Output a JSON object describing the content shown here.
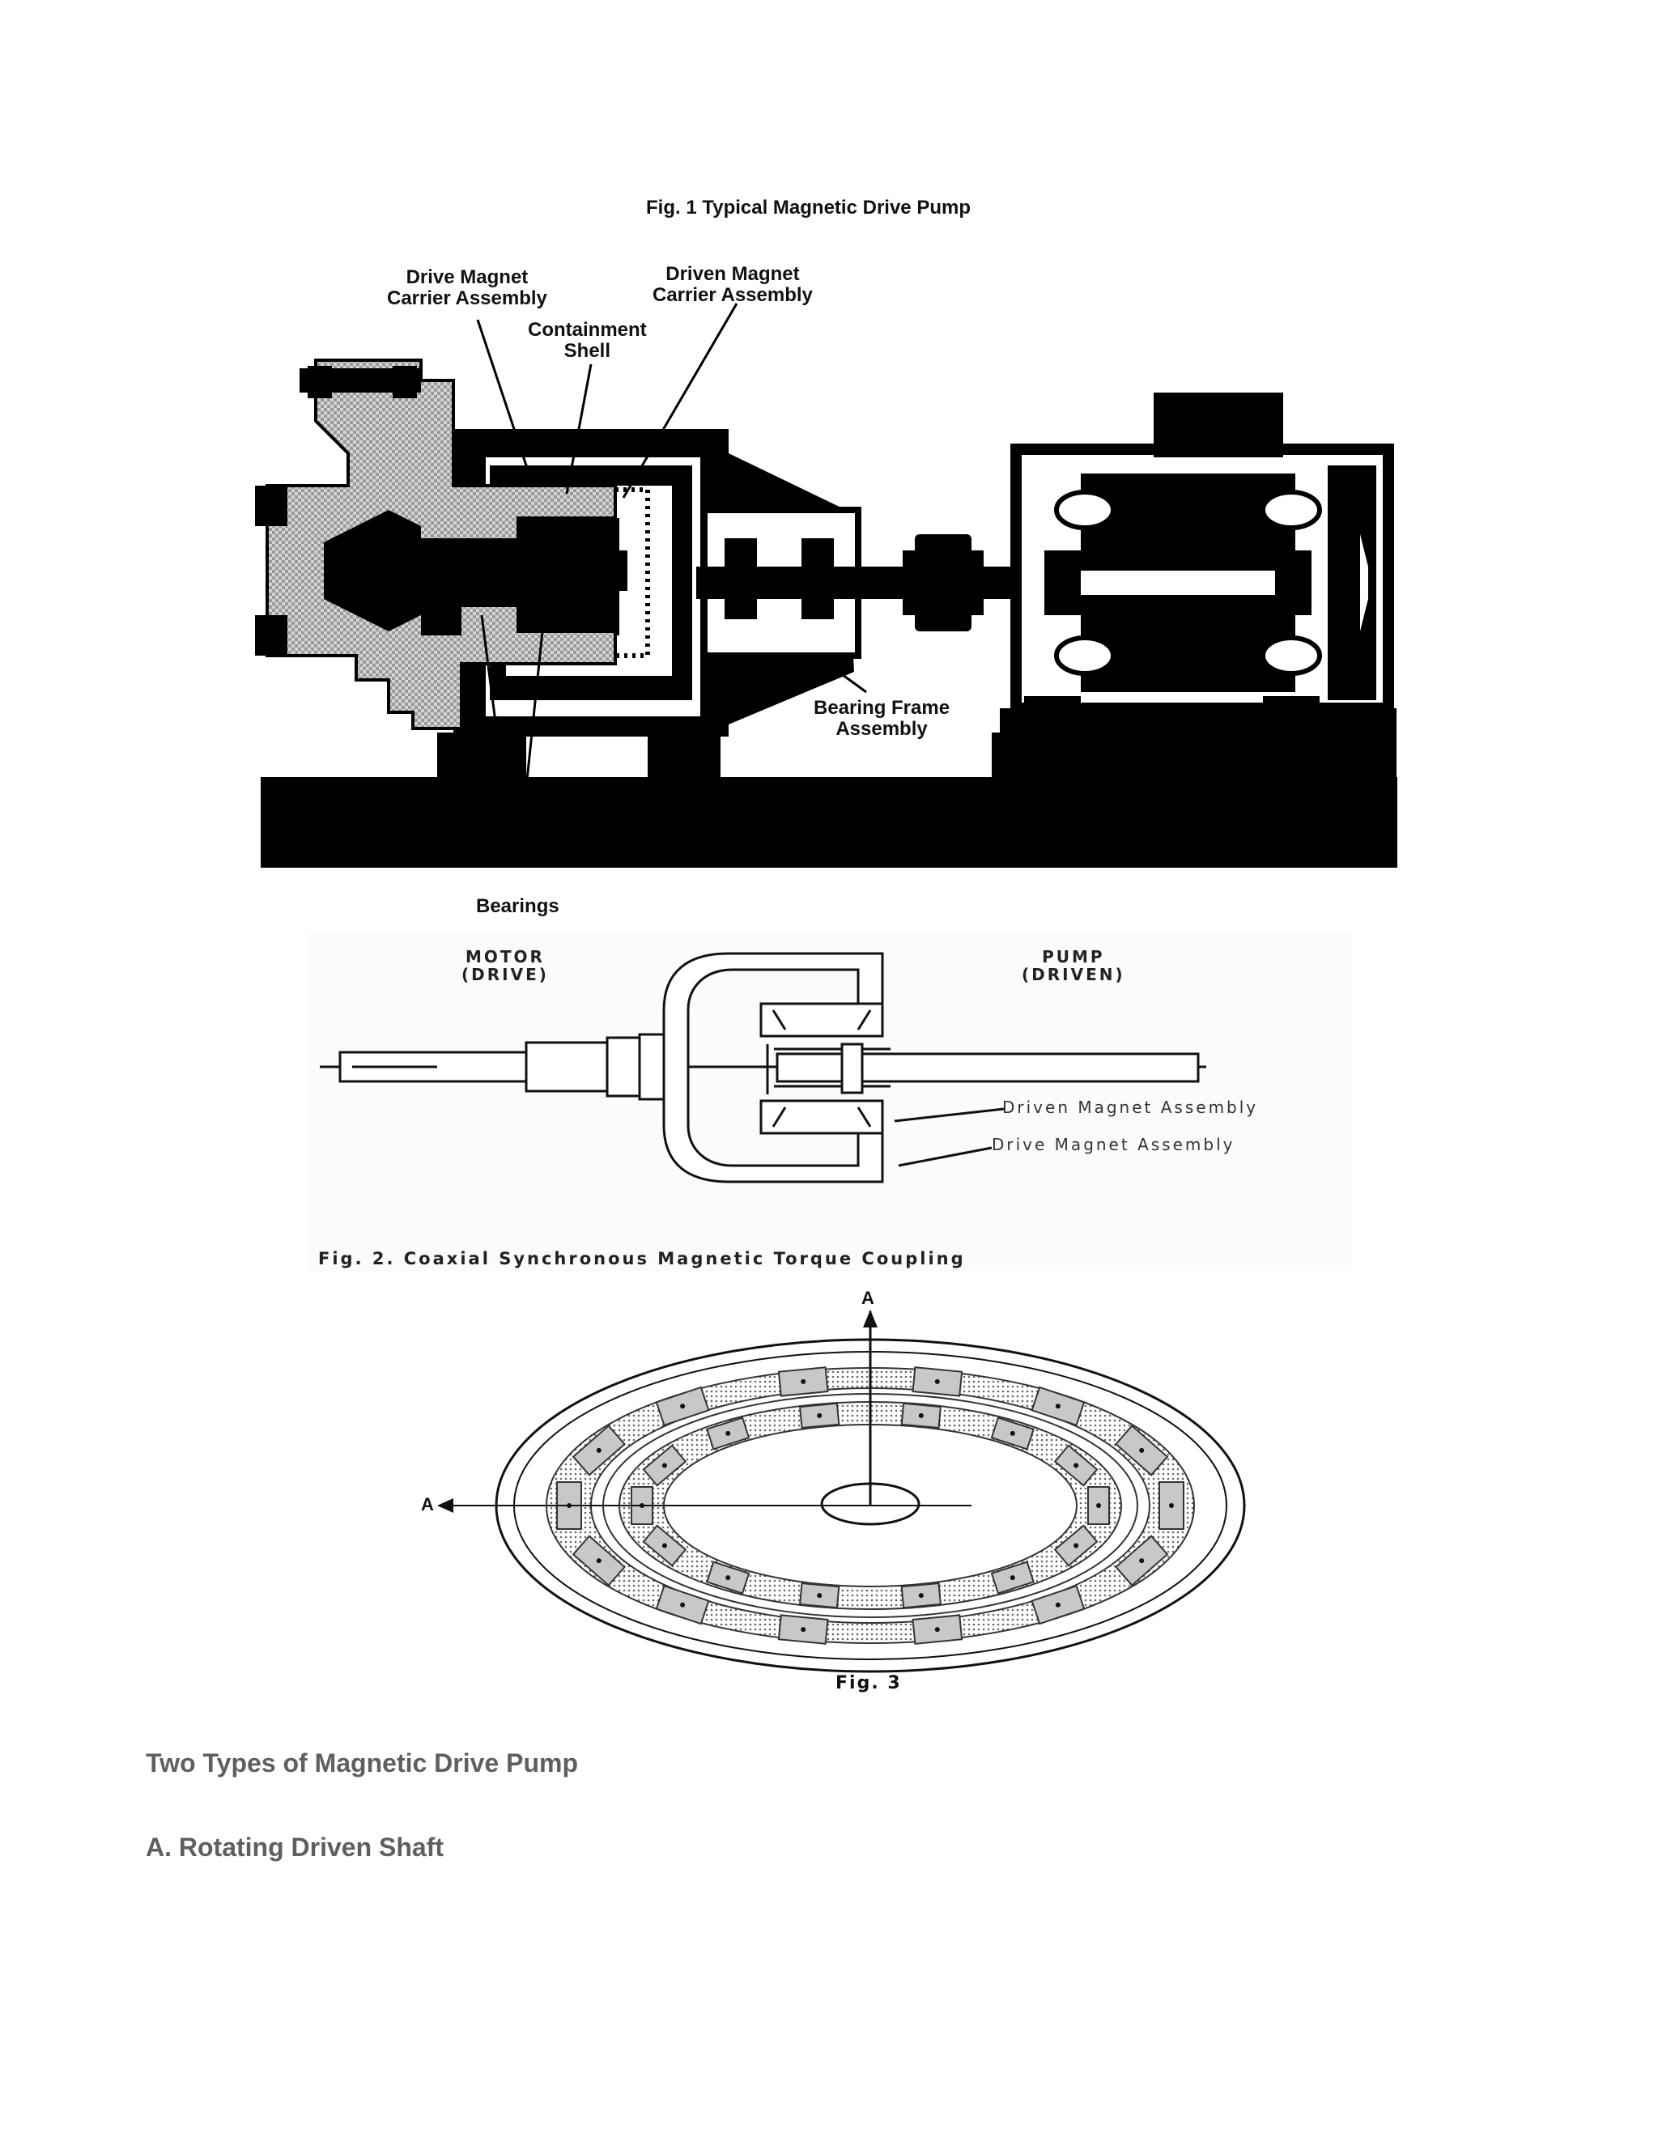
{
  "fig1": {
    "caption": "Fig. 1  Typical Magnetic Drive Pump",
    "labels": {
      "drive_magnet_l1": "Drive Magnet",
      "drive_magnet_l2": "Carrier Assembly",
      "containment_l1": "Containment",
      "containment_l2": "Shell",
      "driven_magnet_l1": "Driven Magnet",
      "driven_magnet_l2": "Carrier Assembly",
      "bearing_frame_l1": "Bearing Frame",
      "bearing_frame_l2": "Assembly",
      "bearings": "Bearings"
    }
  },
  "fig2": {
    "motor_l1": "MOTOR",
    "motor_l2": "(DRIVE)",
    "pump_l1": "PUMP",
    "pump_l2": "(DRIVEN)",
    "driven_magnet_assembly": "Driven Magnet Assembly",
    "drive_magnet_assembly": "Drive Magnet Assembly",
    "caption": "Fig. 2.  Coaxial Synchronous Magnetic Torque Coupling"
  },
  "fig3": {
    "section_label": "A",
    "caption": "Fig. 3"
  },
  "text": {
    "heading1": "Two Types of Magnetic Drive Pump",
    "heading2": "A. Rotating Driven Shaft"
  },
  "colors": {
    "ink": "#000000",
    "heading_gray": "#5f5f5f",
    "hatch_gray": "#c8c8c8"
  }
}
